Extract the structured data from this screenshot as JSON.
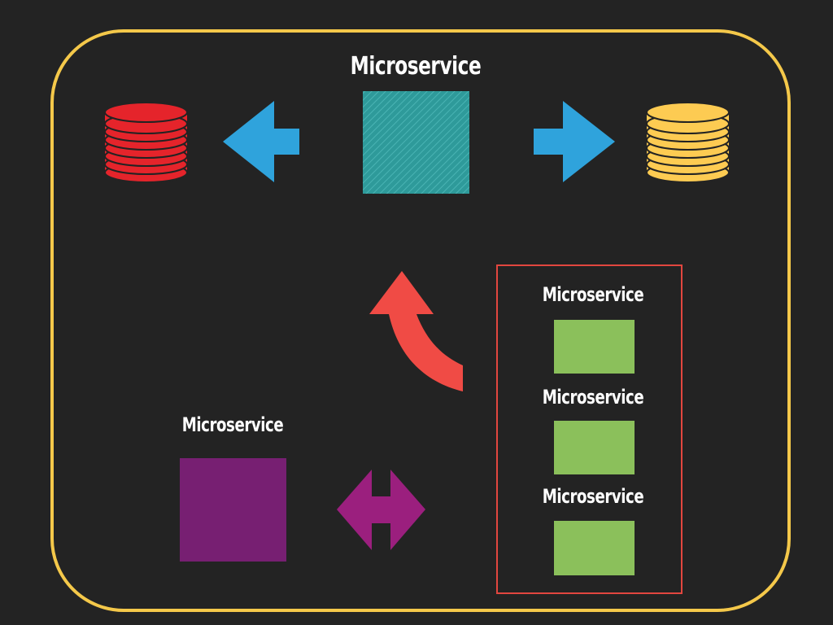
{
  "labels": {
    "top_service": "Microservice",
    "bottom_left_service": "Microservice",
    "group_service_1": "Microservice",
    "group_service_2": "Microservice",
    "group_service_3": "Microservice"
  },
  "colors": {
    "background": "#232323",
    "frame": "#f4c84a",
    "group_border": "#e2463f",
    "database_left": "#e5242b",
    "database_right": "#fdcb52",
    "arrow_blue": "#2fa3dc",
    "arrow_red": "#f04b45",
    "arrow_purple": "#9b1f7e",
    "top_service_fill": "#2e9a9a",
    "bottom_left_service_fill": "#771f72",
    "group_service_fill": "#8bc05b"
  },
  "icons": [
    "database-icon",
    "left-arrow-icon",
    "right-arrow-icon",
    "curved-up-arrow-icon",
    "double-headed-arrow-icon"
  ]
}
